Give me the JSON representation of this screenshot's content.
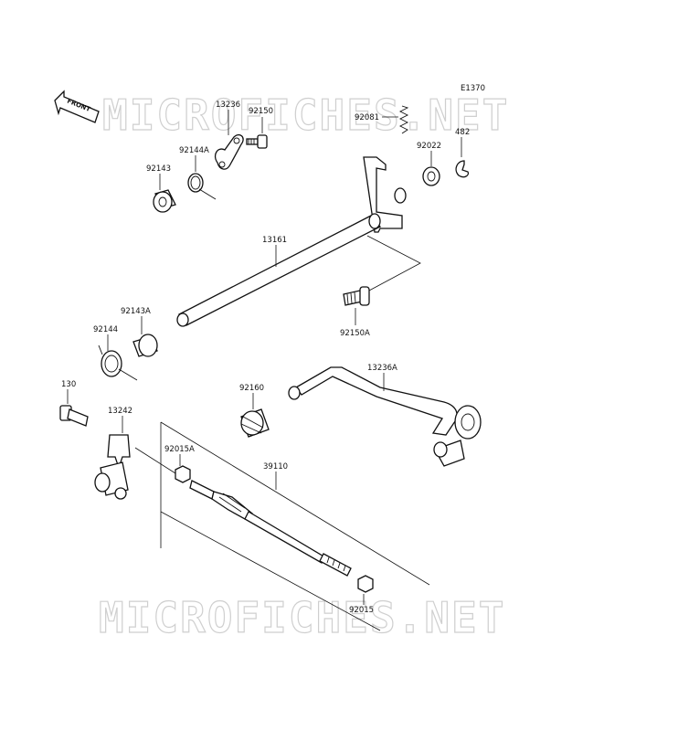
{
  "diagram_code": "E1370",
  "front_label": "FRONT",
  "watermark": "MICROFICHES.NET",
  "parts": [
    {
      "id": "p13236",
      "label": "13236"
    },
    {
      "id": "p92150",
      "label": "92150"
    },
    {
      "id": "p92144A",
      "label": "92144A"
    },
    {
      "id": "p92143",
      "label": "92143"
    },
    {
      "id": "p92081",
      "label": "92081"
    },
    {
      "id": "p92022",
      "label": "92022"
    },
    {
      "id": "p482",
      "label": "482"
    },
    {
      "id": "p13161",
      "label": "13161"
    },
    {
      "id": "p92150A",
      "label": "92150A"
    },
    {
      "id": "p92143A",
      "label": "92143A"
    },
    {
      "id": "p92144",
      "label": "92144"
    },
    {
      "id": "p13236A",
      "label": "13236A"
    },
    {
      "id": "p92160",
      "label": "92160"
    },
    {
      "id": "p130",
      "label": "130"
    },
    {
      "id": "p13242",
      "label": "13242"
    },
    {
      "id": "p92015A",
      "label": "92015A"
    },
    {
      "id": "p39110",
      "label": "39110"
    },
    {
      "id": "p92015",
      "label": "92015"
    }
  ]
}
